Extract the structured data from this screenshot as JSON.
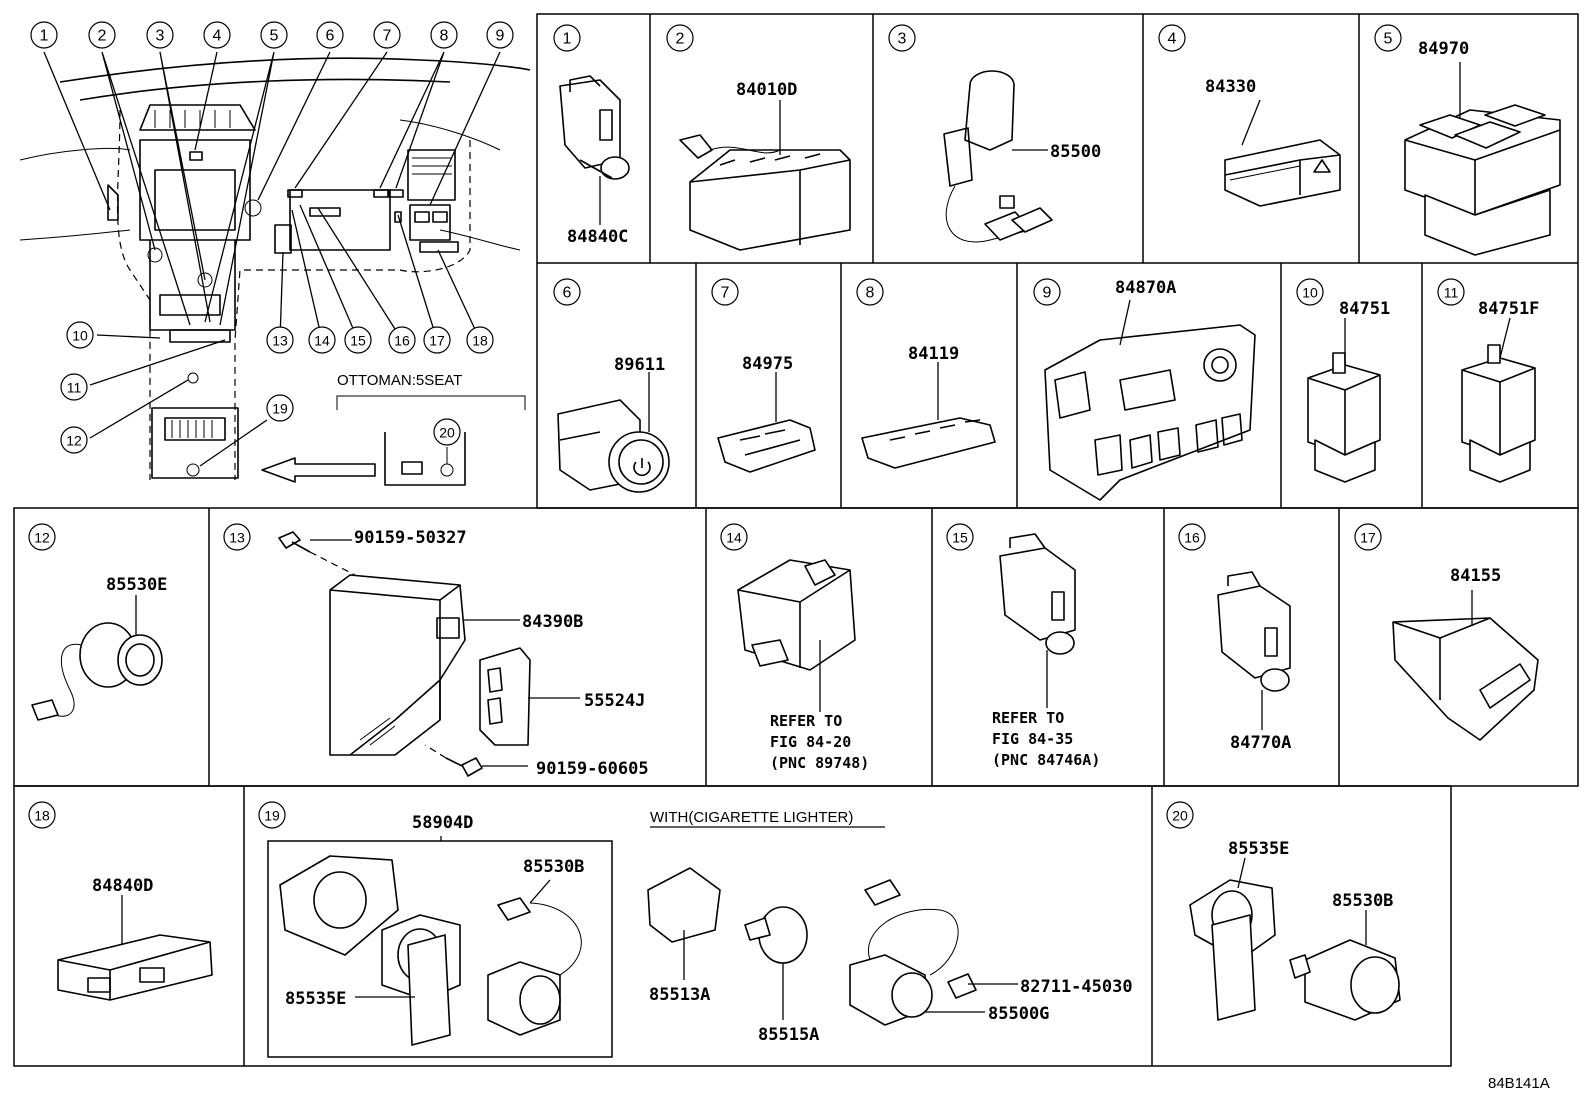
{
  "overview": {
    "callouts": [
      "1",
      "2",
      "3",
      "4",
      "5",
      "6",
      "7",
      "8",
      "9",
      "10",
      "11",
      "12",
      "13",
      "14",
      "15",
      "16",
      "17",
      "18",
      "19",
      "20"
    ],
    "ottoman_label": "OTTOMAN:5SEAT"
  },
  "panels": [
    {
      "id": "1",
      "parts": [
        "84840C"
      ]
    },
    {
      "id": "2",
      "parts": [
        "84010D"
      ]
    },
    {
      "id": "3",
      "parts": [
        "85500"
      ]
    },
    {
      "id": "4",
      "parts": [
        "84330"
      ]
    },
    {
      "id": "5",
      "parts": [
        "84970"
      ]
    },
    {
      "id": "6",
      "parts": [
        "89611"
      ]
    },
    {
      "id": "7",
      "parts": [
        "84975"
      ]
    },
    {
      "id": "8",
      "parts": [
        "84119"
      ]
    },
    {
      "id": "9",
      "parts": [
        "84870A"
      ]
    },
    {
      "id": "10",
      "parts": [
        "84751"
      ]
    },
    {
      "id": "11",
      "parts": [
        "84751F"
      ]
    },
    {
      "id": "12",
      "parts": [
        "85530E"
      ]
    },
    {
      "id": "13",
      "parts": [
        "90159-50327",
        "84390B",
        "55524J",
        "90159-60605"
      ]
    },
    {
      "id": "14",
      "parts": [],
      "notes": [
        "REFER TO",
        "FIG 84-20",
        "(PNC 89748)"
      ]
    },
    {
      "id": "15",
      "parts": [],
      "notes": [
        "REFER TO",
        "FIG 84-35",
        "(PNC 84746A)"
      ]
    },
    {
      "id": "16",
      "parts": [
        "84770A"
      ]
    },
    {
      "id": "17",
      "parts": [
        "84155"
      ]
    },
    {
      "id": "18",
      "parts": [
        "84840D"
      ]
    },
    {
      "id": "19",
      "parts": [
        "58904D",
        "85530B",
        "85535E",
        "85513A",
        "85515A",
        "85500G",
        "82711-45030"
      ],
      "notes": [
        "WITH(CIGARETTE LIGHTER)"
      ]
    },
    {
      "id": "20",
      "parts": [
        "85535E",
        "85530B"
      ]
    }
  ],
  "figure_id": "84B141A",
  "icons": [
    "circled-number-icon",
    "switch-icon",
    "hazard-triangle-icon",
    "power-button-icon",
    "connector-icon",
    "cigarette-lighter-icon",
    "screw-icon"
  ]
}
